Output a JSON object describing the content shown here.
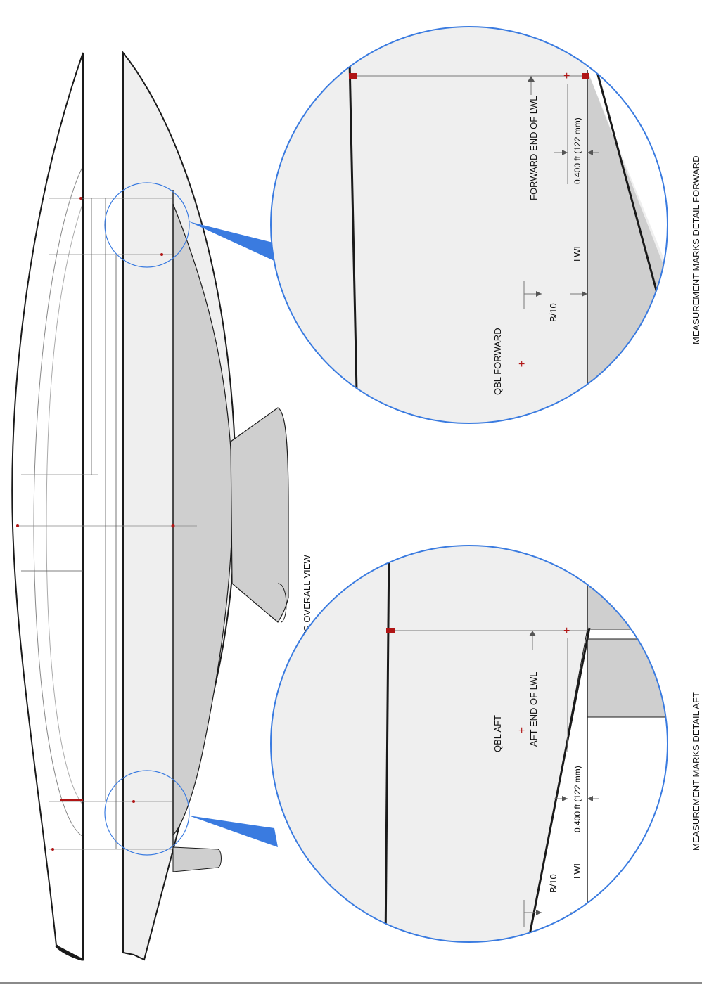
{
  "titles": {
    "overall": "MEASUREMENT MARKS OVERALL VIEW",
    "detail_forward": "MEASUREMENT MARKS DETAIL FORWARD",
    "detail_aft": "MEASUREMENT MARKS DETAIL AFT"
  },
  "forward_detail": {
    "end_label": "FORWARD END OF LWL",
    "offset_label": "0.400 ft (122 mm)",
    "lwl_label": "LWL",
    "qbl_label": "QBL FORWARD",
    "b10_label": "B/10"
  },
  "aft_detail": {
    "end_label": "AFT END OF LWL",
    "offset_label": "0.400 ft (122 mm)",
    "lwl_label": "LWL",
    "qbl_label": "QBL AFT",
    "b10_label": "B/10"
  },
  "colors": {
    "hull_fill": "#efefef",
    "underwater_fill": "#cfcfcf",
    "callout_circle": "#3a7be0",
    "mark_red": "#b01515",
    "outline": "#1a1a1a",
    "thin_line": "#777777"
  }
}
